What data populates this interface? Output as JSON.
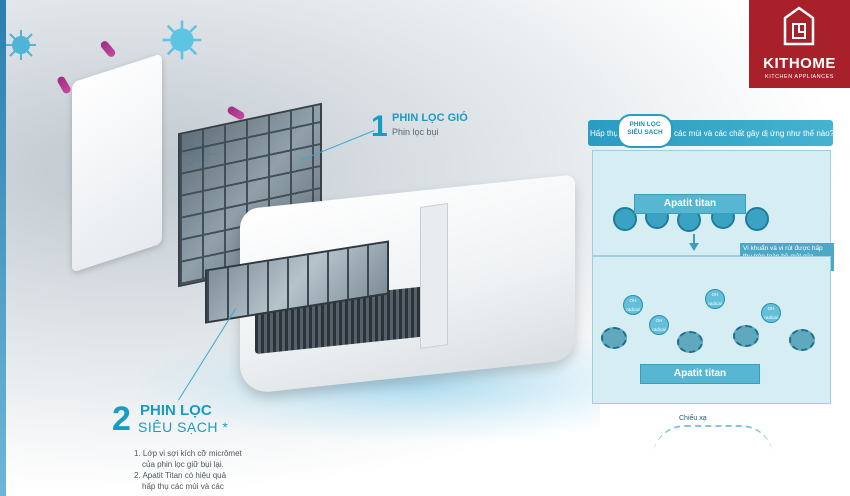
{
  "brand": {
    "name": "KITHOME",
    "tagline": "KITCHEN APPLIANCES",
    "color": "#a8202a"
  },
  "callout_1": {
    "number": "1",
    "title": "PHIN LỌC GIÓ",
    "subtitle": "Phin lọc bụi"
  },
  "callout_2": {
    "number": "2",
    "title": "PHIN LỌC",
    "subtitle": "SIÊU SẠCH *",
    "notes": [
      "1. Lớp vi sợi kích cỡ micrômet",
      "của phin lọc giữ bụi lại.",
      "2. Apatit Titan có hiệu quả",
      "hấp thụ các mùi và các"
    ]
  },
  "diagram": {
    "banner_lead": "Hấp thụ",
    "badge_line1": "PHIN LỌC",
    "badge_line2": "SIÊU SẠCH",
    "banner_rest": "các mùi và các chất gây dị ứng như thế nào?",
    "top_panel_label": "Apatit titan",
    "top_panel_note": "Vi khuẩn và vi rút được hấp thụ trên toàn bề mặt của apatit titan",
    "ray_label": "Chiếu xạ",
    "radical_label": "OH radical",
    "bottom_panel_label": "Apatit titan",
    "accent_color": "#2a9cc0"
  },
  "icons": [
    "virus-icon",
    "bacteria-icon",
    "house-logo-icon"
  ]
}
